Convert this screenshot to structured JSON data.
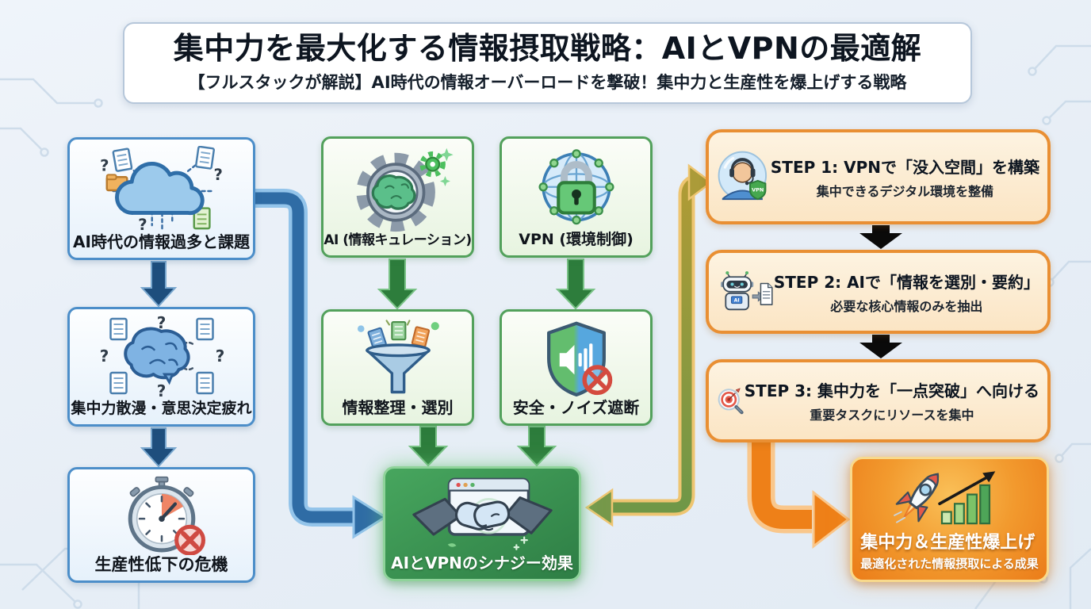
{
  "header": {
    "title": "集中力を最大化する情報摂取戦略：AIとVPNの最適解",
    "subtitle": "【フルスタックが解説】AI時代の情報オーバーロードを撃破！集中力と生産性を爆上げする戦略"
  },
  "problem_flow": [
    {
      "label": "AI時代の情報過多と課題",
      "icon": "cloud-overload-icon"
    },
    {
      "label": "集中力散漫・意思決定疲れ",
      "icon": "brain-distraction-icon"
    },
    {
      "label": "生産性低下の危機",
      "icon": "stopwatch-decline-icon"
    }
  ],
  "ai_flow": [
    {
      "label": "AI (情報キュレーション)",
      "icon": "gear-brain-icon"
    },
    {
      "label": "情報整理・選別",
      "icon": "funnel-icon"
    }
  ],
  "vpn_flow": [
    {
      "label": "VPN (環境制御)",
      "icon": "globe-lock-icon"
    },
    {
      "label": "安全・ノイズ遮断",
      "icon": "shield-noise-icon"
    }
  ],
  "synergy": {
    "label": "AIとVPNのシナジー効果",
    "icon": "handshake-icon"
  },
  "steps": [
    {
      "title": "STEP 1: VPNで「没入空間」を構築",
      "subtitle": "集中できるデジタル環境を整備",
      "badge": "VPN",
      "icon": "headset-person-icon"
    },
    {
      "title": "STEP 2: AIで「情報を選別・要約」",
      "subtitle": "必要な核心情報のみを抽出",
      "badge": "AI",
      "icon": "robot-document-icon"
    },
    {
      "title": "STEP 3: 集中力を「一点突破」へ向ける",
      "subtitle": "重要タスクにリソースを集中",
      "icon": "target-magnifier-icon"
    }
  ],
  "result": {
    "title": "集中力＆生産性爆上げ",
    "subtitle": "最適化された情報摂取による成果",
    "icon": "rocket-growth-icon"
  },
  "glyphs": {
    "q": "?"
  },
  "colors": {
    "problem_border": "#4c8ec9",
    "flow_border": "#53a15c",
    "synergy_green": "#2e7e45",
    "step_border": "#e98f33",
    "result_orange": "#ee8018",
    "navy_arrow": "#1e4e7d",
    "green_arrow": "#2d7d3c",
    "black_arrow": "#0a0a0a",
    "blue_arrow": "#2f6ca5",
    "gold_arrow": "#a89b38",
    "background": "#e9f0f7"
  }
}
